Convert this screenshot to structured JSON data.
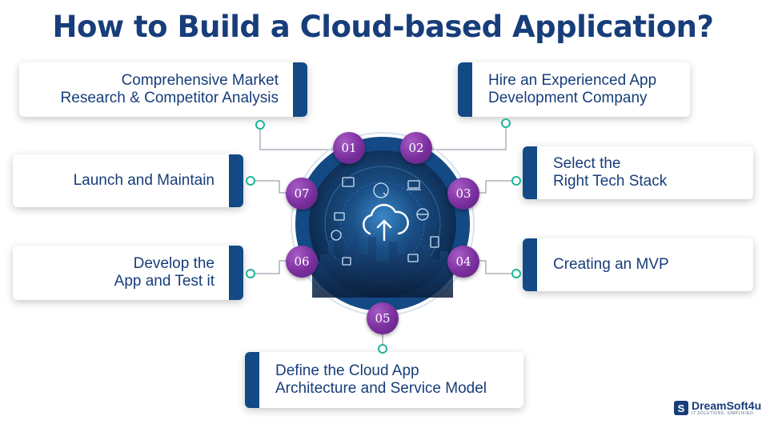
{
  "title": "How to Build a Cloud-based Application?",
  "steps": [
    {
      "number": "01",
      "lines": [
        "Comprehensive Market",
        "Research & Competitor Analysis"
      ]
    },
    {
      "number": "02",
      "lines": [
        "Hire an Experienced App",
        "Development Company"
      ]
    },
    {
      "number": "03",
      "lines": [
        "Select the",
        "Right Tech Stack"
      ]
    },
    {
      "number": "04",
      "lines": [
        "Creating an MVP"
      ]
    },
    {
      "number": "05",
      "lines": [
        "Define the Cloud App",
        "Architecture and Service Model"
      ]
    },
    {
      "number": "06",
      "lines": [
        "Develop the",
        "App and Test it"
      ]
    },
    {
      "number": "07",
      "lines": [
        "Launch and Maintain"
      ]
    }
  ],
  "logo": {
    "name": "DreamSoft4u",
    "tagline": "IT SOLUTIONS. SIMPLIFIED.",
    "mark": "S"
  },
  "colors": {
    "title": "#173d7a",
    "bar": "#134a85",
    "badge": "#7a2f9e",
    "dot": "#20b49a",
    "ring": "#134a85"
  }
}
